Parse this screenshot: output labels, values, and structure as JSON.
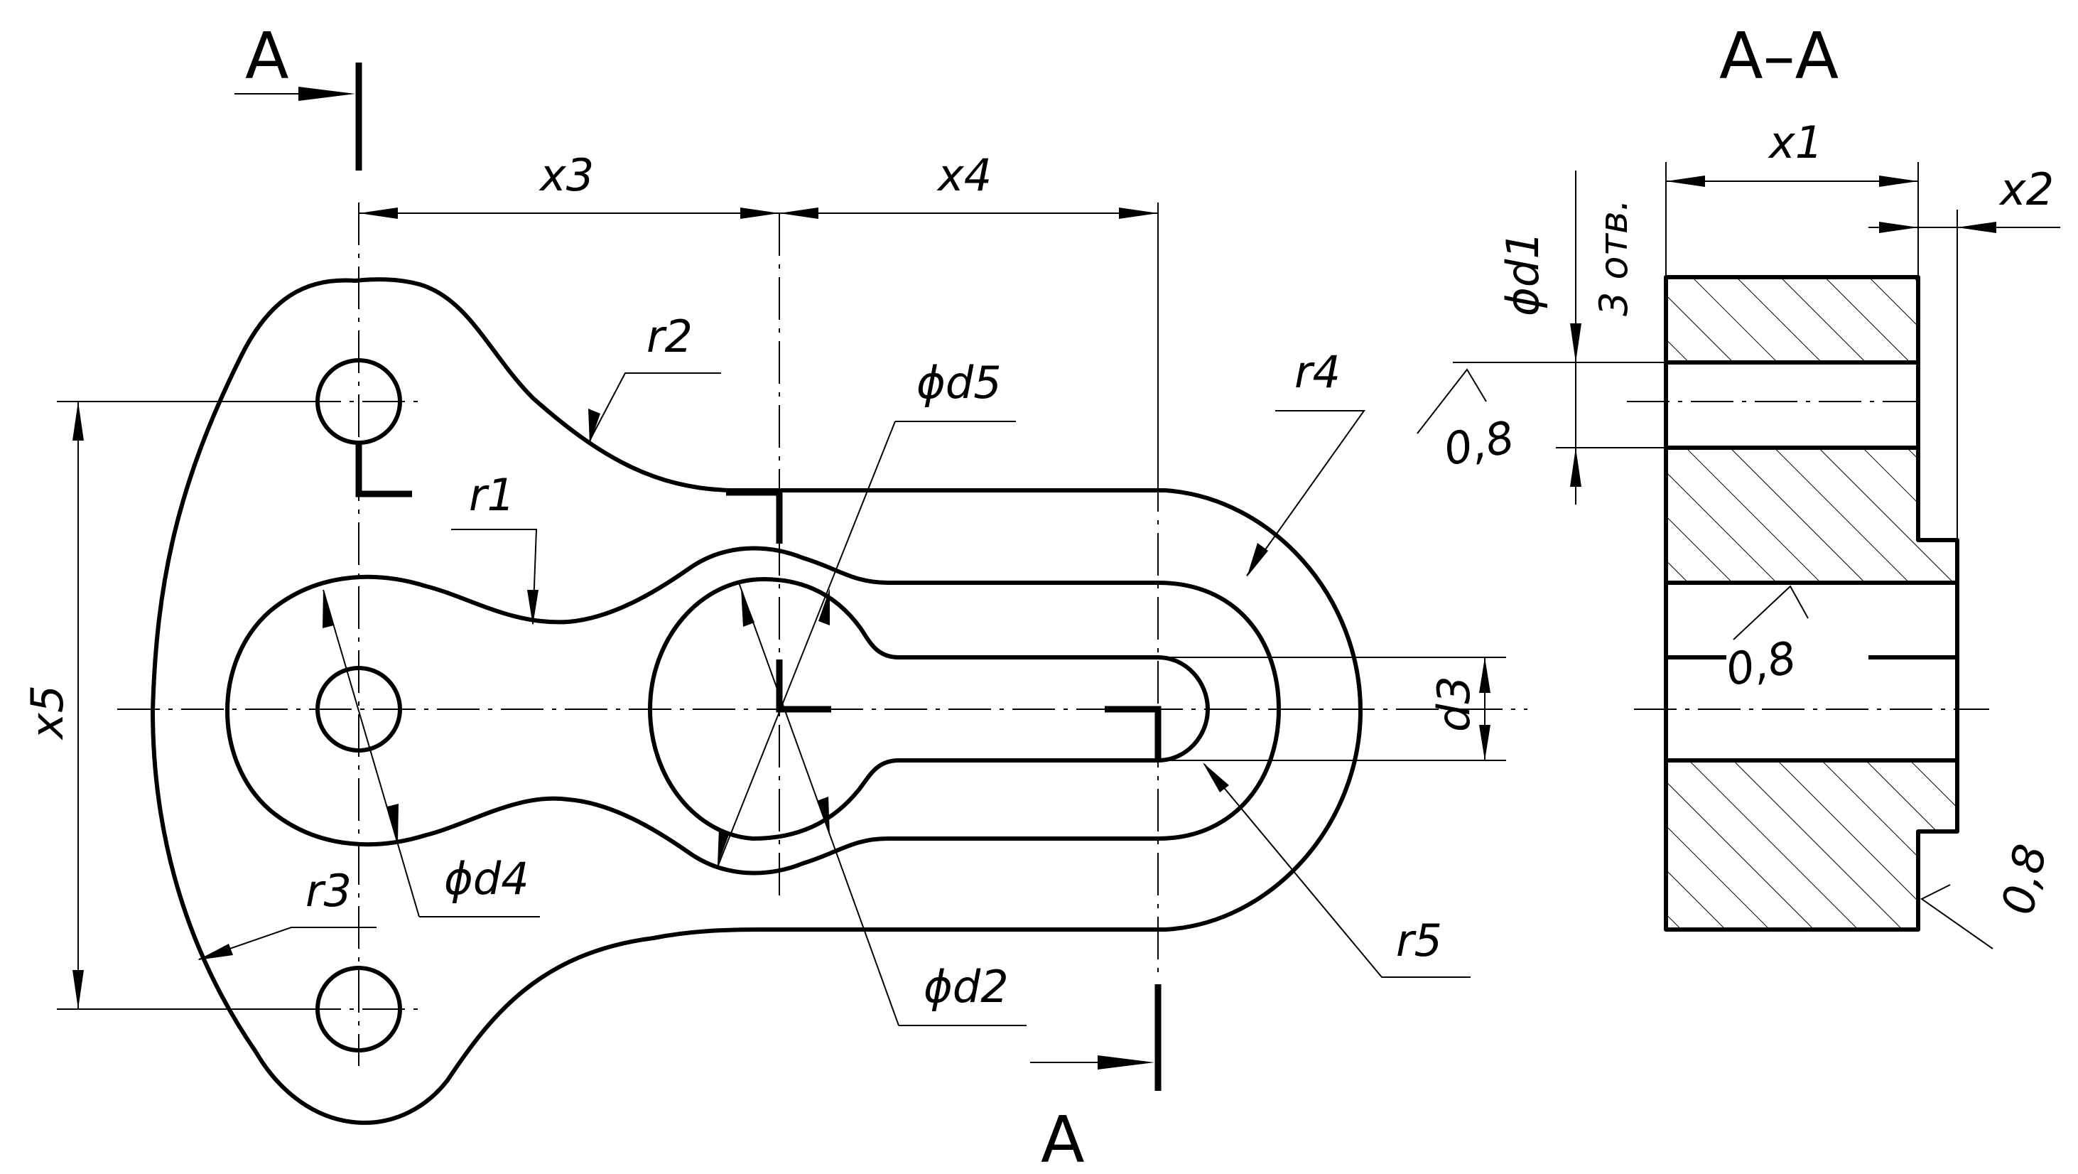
{
  "section": {
    "title": "A–A",
    "mark_top": "A",
    "mark_bottom": "A"
  },
  "labels": {
    "x1": "x1",
    "x2": "x2",
    "x3": "x3",
    "x4": "x4",
    "x5": "x5",
    "r1": "r1",
    "r2": "r2",
    "r3": "r3",
    "r4": "r4",
    "r5": "r5",
    "d1": "ϕd1",
    "d2": "ϕd2",
    "d3": "d3",
    "d4": "ϕd4",
    "d5": "ϕd5",
    "holes": "3 отв.",
    "roughness_1": "0,8",
    "roughness_2": "0,8",
    "roughness_3": "0,8"
  }
}
